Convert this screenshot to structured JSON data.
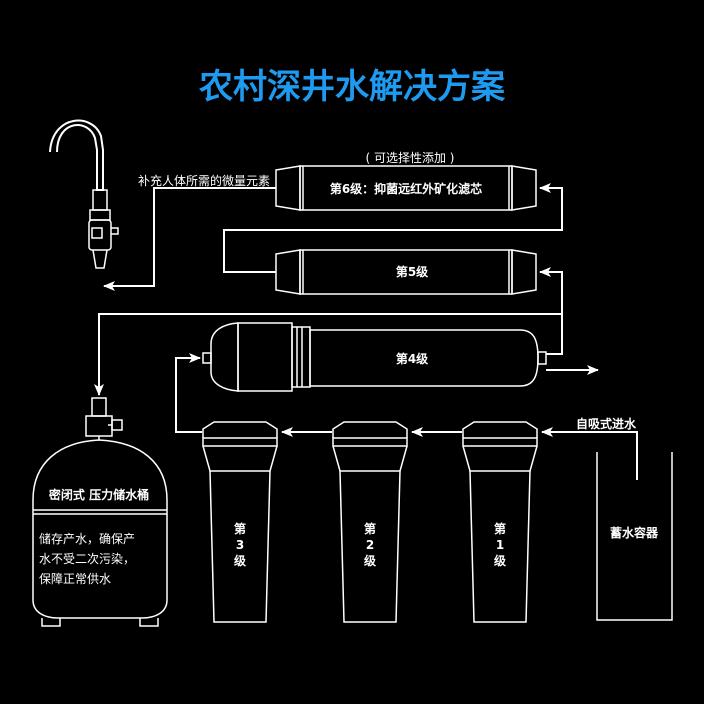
{
  "title": "农村深井水解决方案",
  "colors": {
    "title": "#1e9bf0",
    "background": "#000000",
    "line": "#ffffff"
  },
  "labels": {
    "optional": "( 可选择性添加 )",
    "trace": "补充人体所需的微量元素",
    "self_priming": "自吸式进水"
  },
  "filters": {
    "stage6": "第6级：抑菌远红外矿化滤芯",
    "stage5": "第5级",
    "stage4": "第4级",
    "stage3": [
      "第",
      "3",
      "级"
    ],
    "stage2": [
      "第",
      "2",
      "级"
    ],
    "stage1": [
      "第",
      "1",
      "级"
    ]
  },
  "tank": {
    "title": "密闭式 压力储水桶",
    "desc": [
      "储存产水，确保产",
      "水不受二次污染，",
      "保障正常供水"
    ]
  },
  "container": "蓄水容器"
}
